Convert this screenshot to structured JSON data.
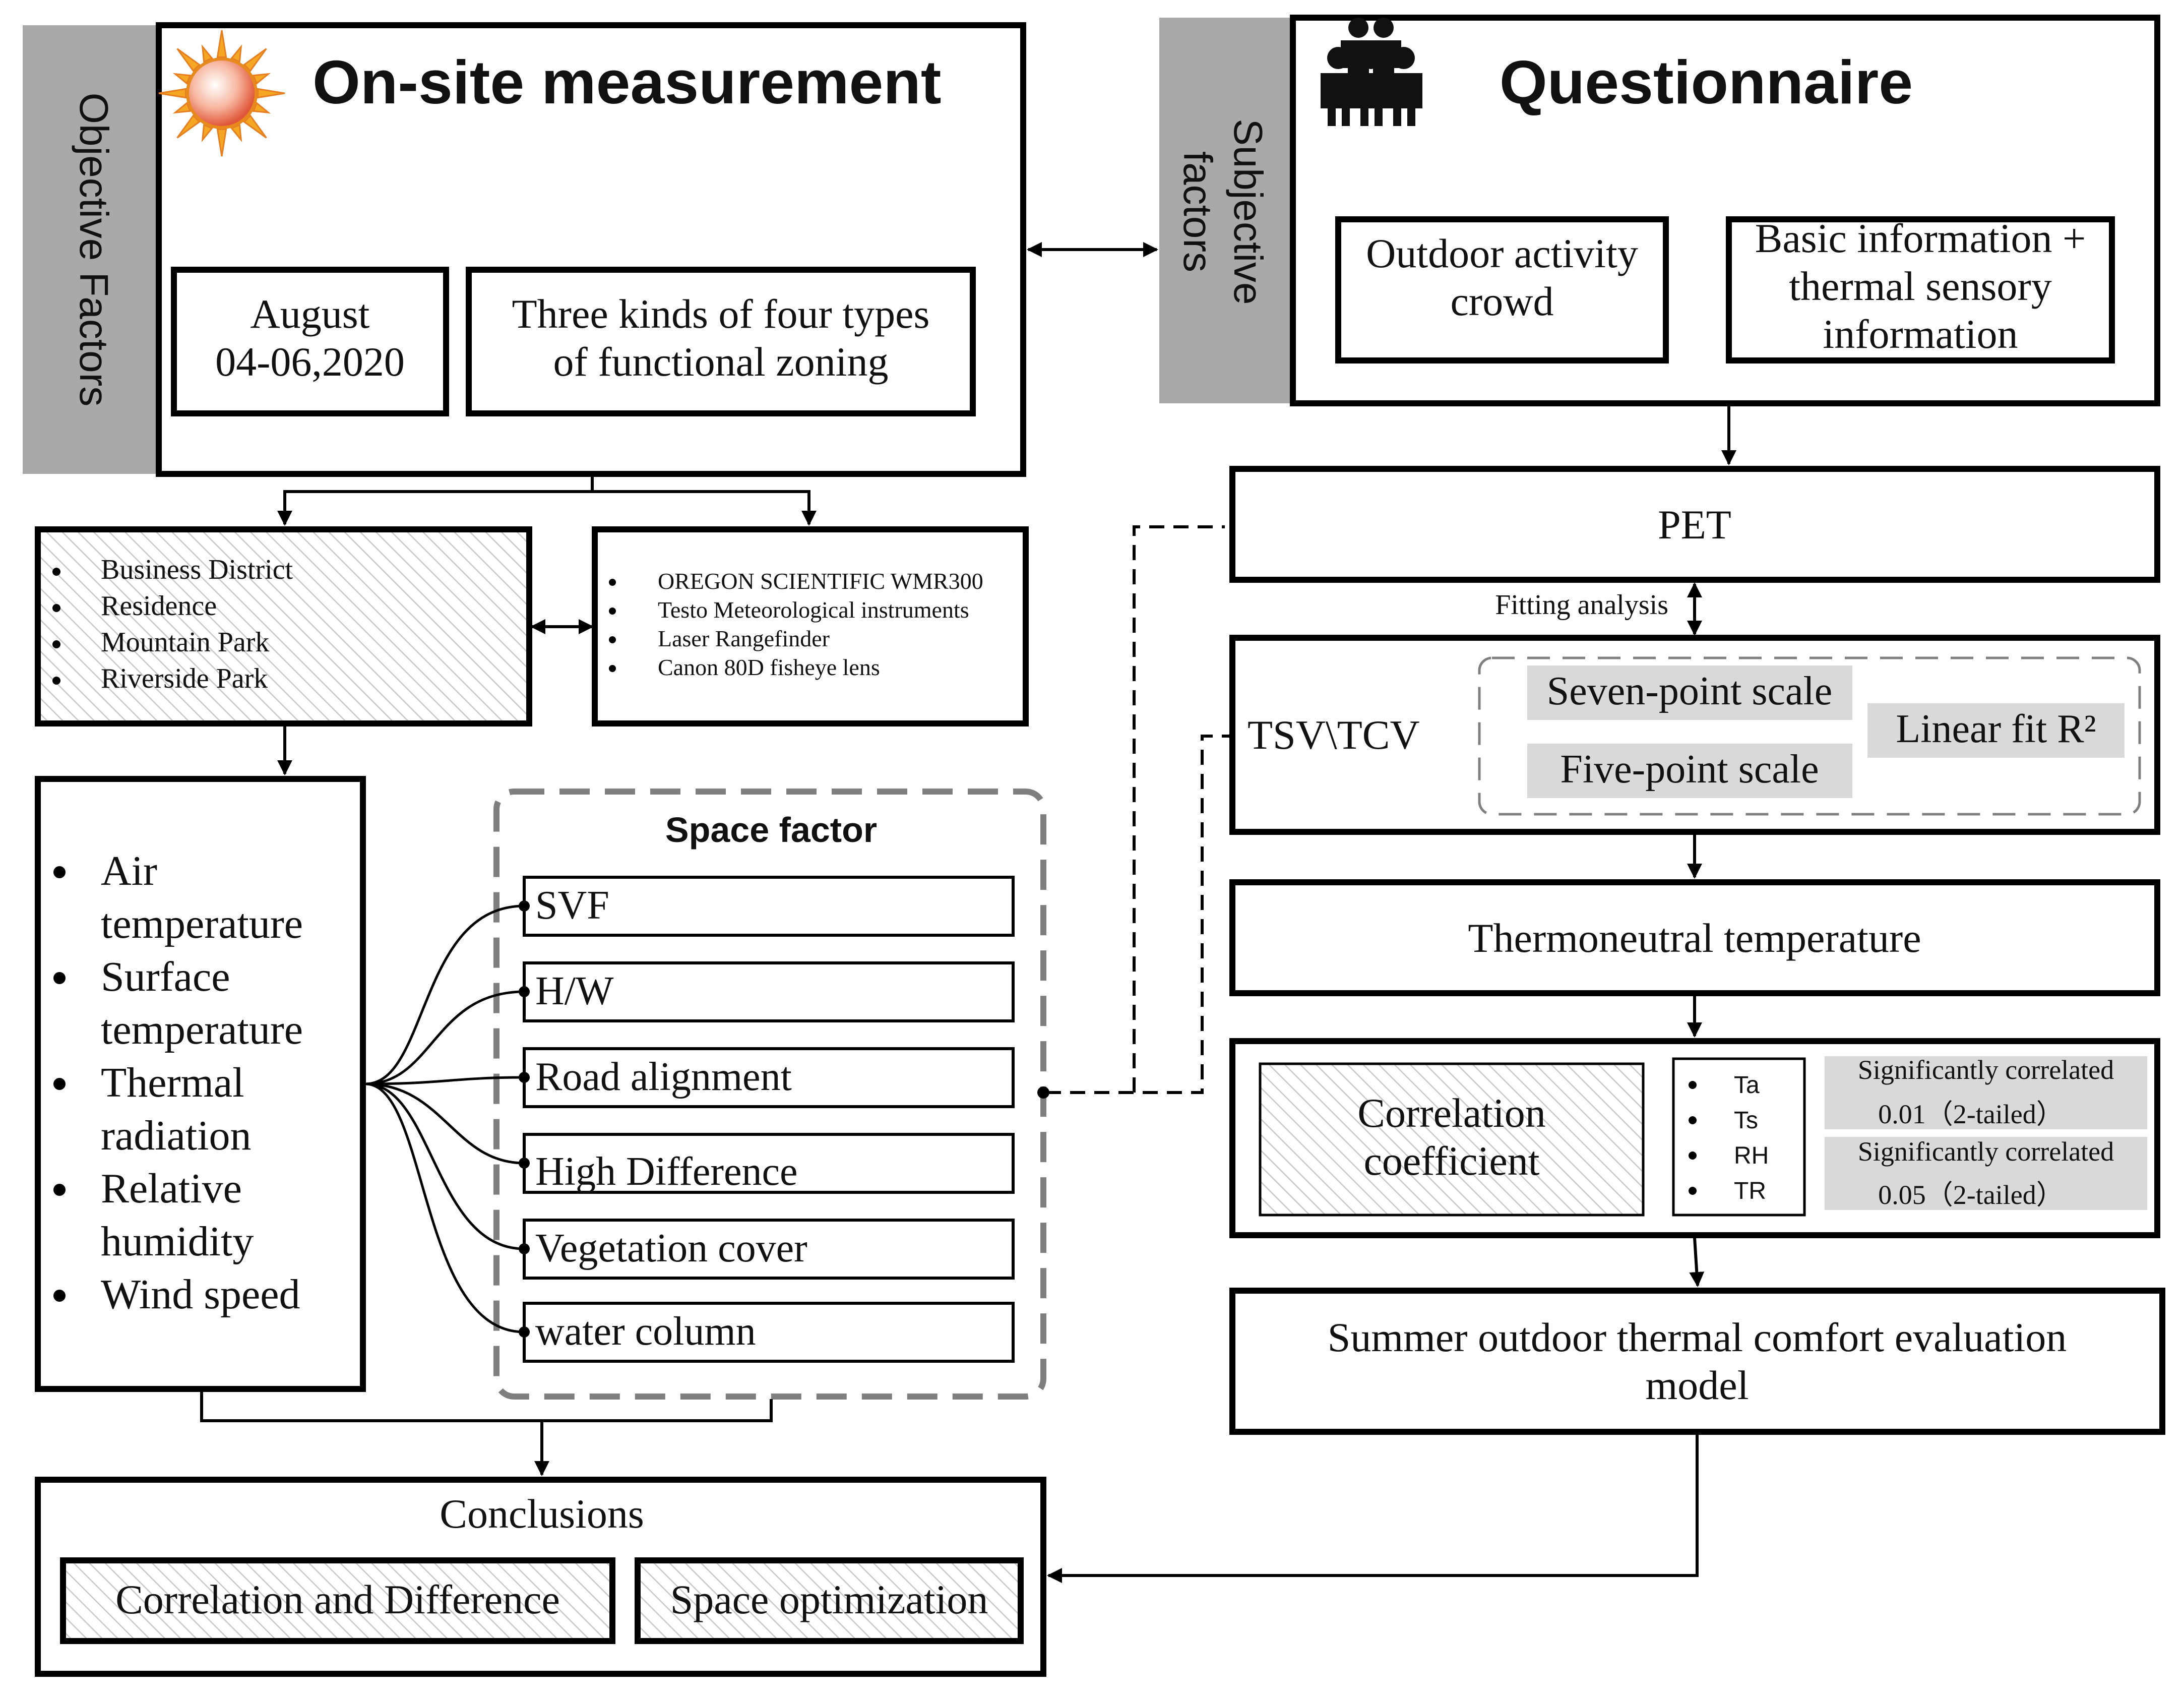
{
  "left_panel": {
    "objective_label": "Objective Factors",
    "title": "On-site measurement",
    "date": [
      "August",
      "04-06,2020"
    ],
    "zoning": [
      "Three kinds of four types",
      "of functional zoning"
    ]
  },
  "right_panel": {
    "subjective_label": [
      "Subjective",
      "factors"
    ],
    "title": "Questionnaire",
    "crowd": [
      "Outdoor activity",
      "crowd"
    ],
    "info": [
      "Basic information +",
      "thermal sensory",
      "information"
    ]
  },
  "sites": [
    "Business District",
    "Residence",
    "Mountain Park",
    "Riverside Park"
  ],
  "instruments": [
    "OREGON SCIENTIFIC WMR300",
    "Testo Meteorological instruments",
    "Laser Rangefinder",
    "Canon 80D fisheye lens"
  ],
  "weather_factors": [
    [
      "Air",
      "temperature"
    ],
    [
      "Surface",
      "temperature"
    ],
    [
      "Thermal",
      "radiation"
    ],
    [
      "Relative",
      "humidity"
    ],
    [
      "Wind speed"
    ]
  ],
  "space_factor": {
    "title": "Space factor",
    "items": [
      "SVF",
      "H/W",
      "Road alignment",
      "High Difference",
      "Vegetation cover",
      "water column"
    ]
  },
  "pet": "PET",
  "fitting": "Fitting analysis",
  "tsv": {
    "label": "TSV\\TCV",
    "seven": "Seven-point scale",
    "five": "Five-point scale",
    "linear": "Linear fit R²"
  },
  "thermoneutral": "Thermoneutral temperature",
  "correlation": {
    "label": [
      "Correlation",
      "coefficient"
    ],
    "vars": [
      "Ta",
      "Ts",
      "RH",
      "TR"
    ],
    "sig1": [
      "Significantly correlated",
      "0.01（2-tailed）"
    ],
    "sig2": [
      "Significantly correlated",
      "0.05（2-tailed）"
    ]
  },
  "model": [
    "Summer outdoor thermal comfort evaluation",
    "model"
  ],
  "conclusions": {
    "title": "Conclusions",
    "left": "Correlation and Difference",
    "right": "Space optimization"
  },
  "colors": {
    "gray_label": "#a9a9a9",
    "light_gray": "#d9d9d9",
    "line": "#000000",
    "dash_gray": "#7f7f7f",
    "sun": "#f39c12"
  }
}
